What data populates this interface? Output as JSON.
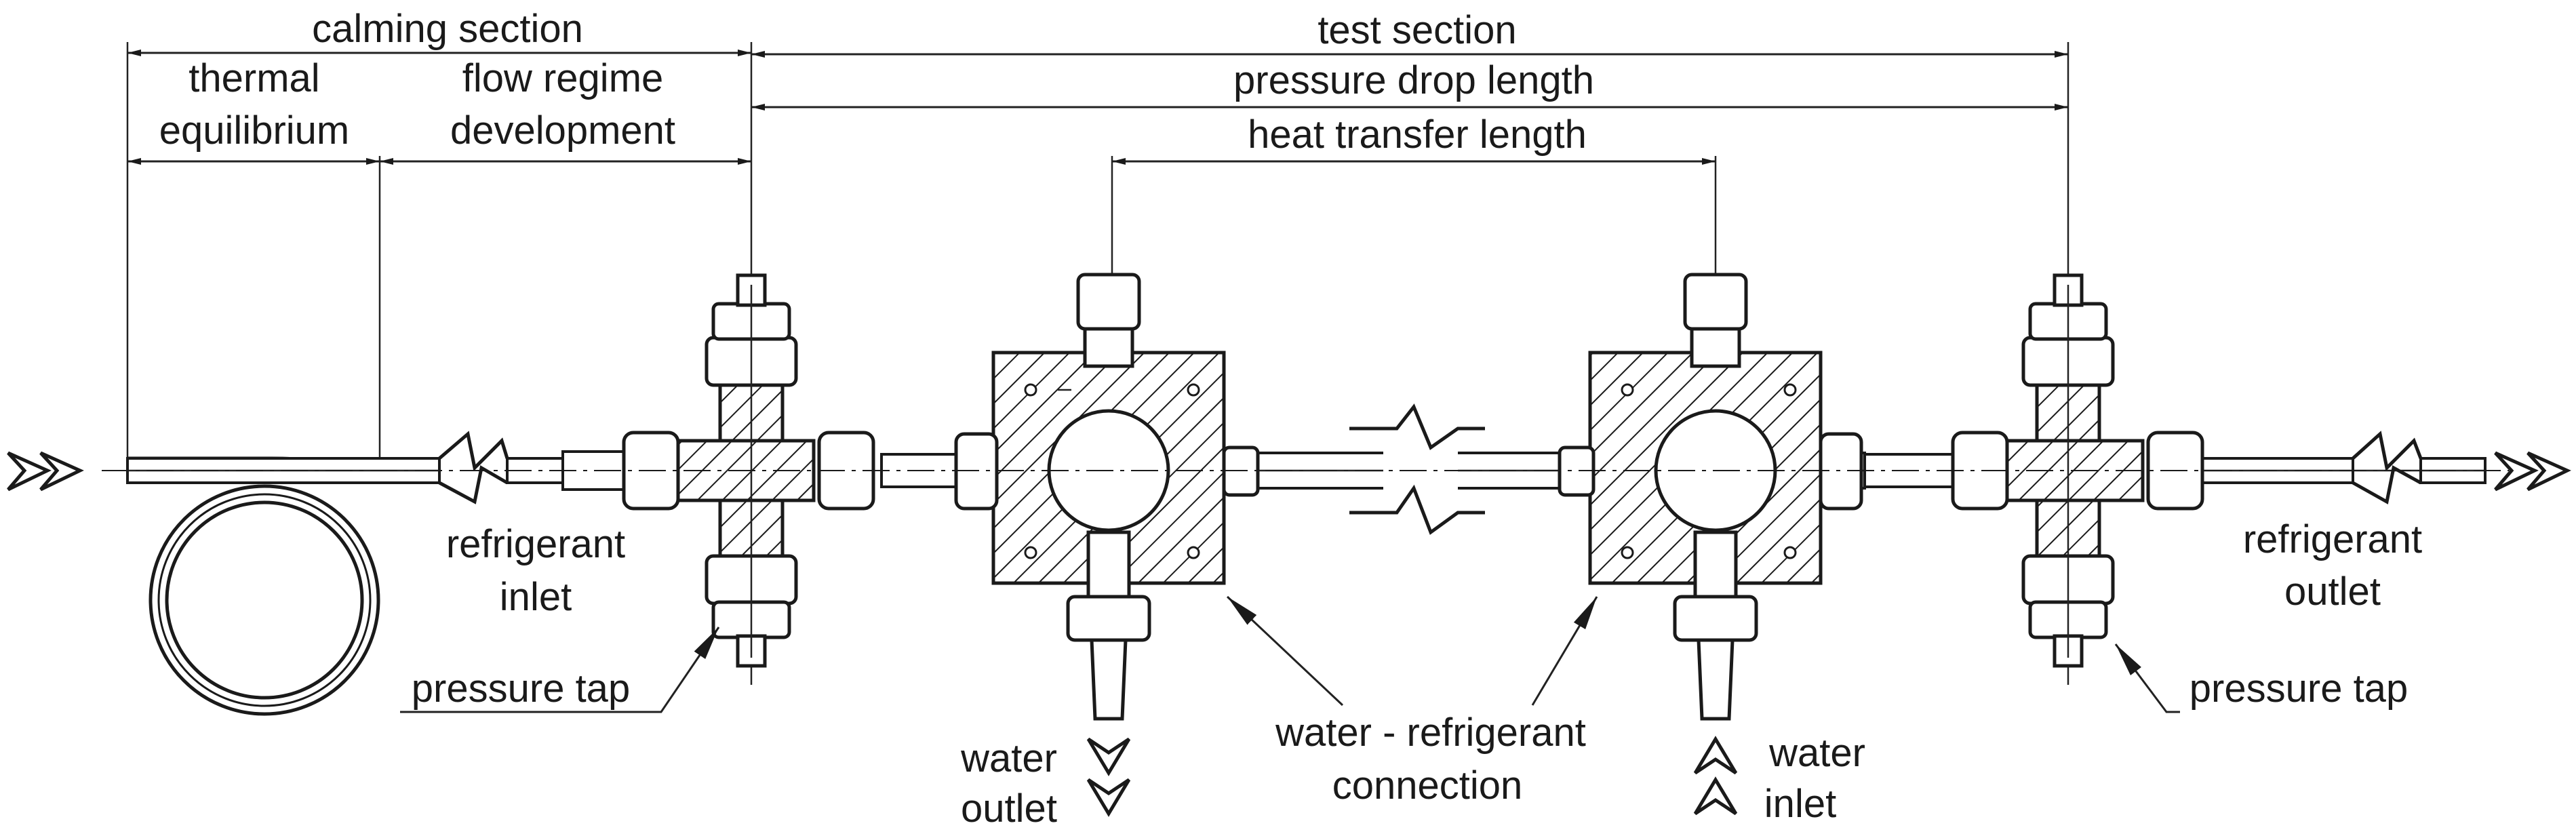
{
  "labels": {
    "calming_section": "calming section",
    "thermal": "thermal",
    "equilibrium": "equilibrium",
    "flow_regime": "flow regime",
    "development": "development",
    "test_section": "test section",
    "pressure_drop_length": "pressure drop length",
    "heat_transfer_length": "heat transfer length",
    "refrigerant_inlet_1": "refrigerant",
    "refrigerant_inlet_2": "inlet",
    "refrigerant_outlet_1": "refrigerant",
    "refrigerant_outlet_2": "outlet",
    "pressure_tap_left": "pressure tap",
    "pressure_tap_right": "pressure tap",
    "water_outlet_1": "water",
    "water_outlet_2": "outlet",
    "water_inlet_1": "water",
    "water_inlet_2": "inlet",
    "connection_1": "water - refrigerant",
    "connection_2": "connection"
  },
  "colors": {
    "ink": "#1a1a1a",
    "background": "#ffffff"
  }
}
